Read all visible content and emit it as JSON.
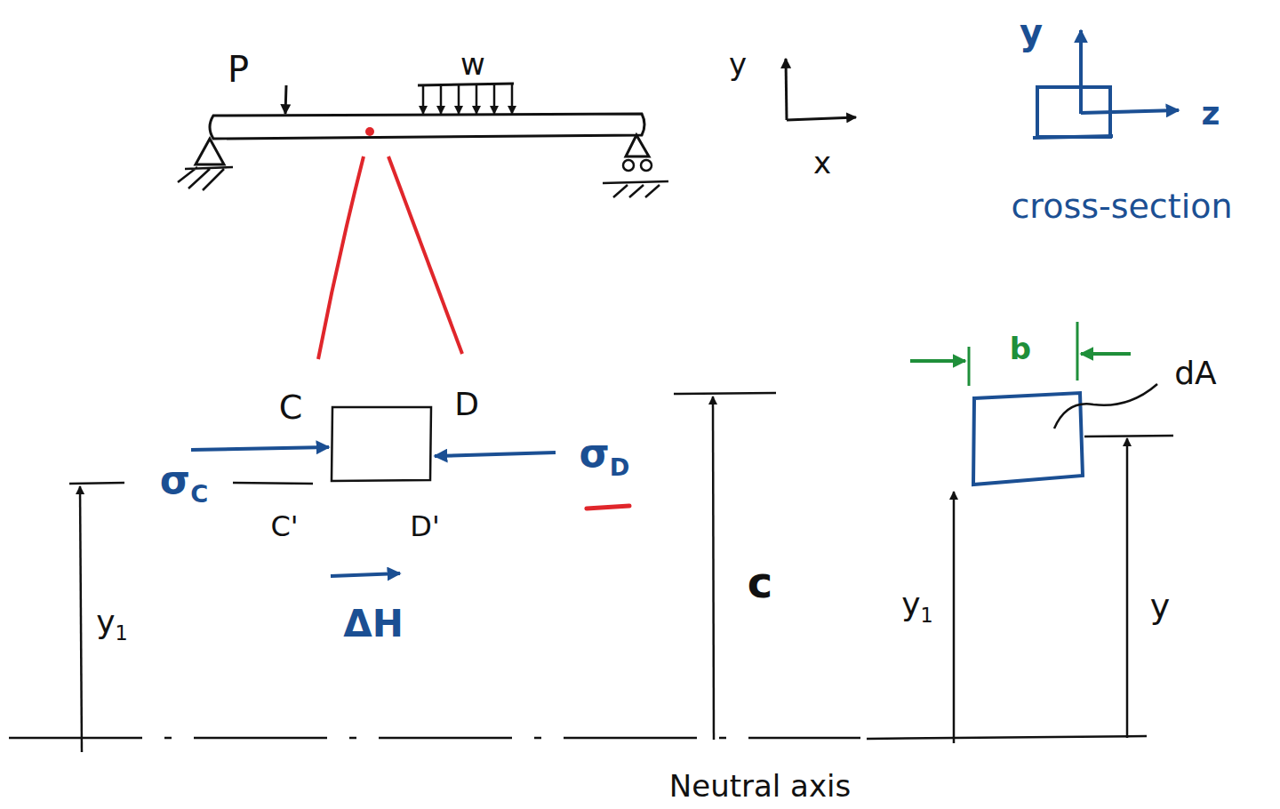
{
  "diagram": {
    "labels": [
      "P",
      "w",
      "y",
      "x",
      "y",
      "z",
      "cross-section",
      "C",
      "D",
      "σC",
      "C'",
      "D'",
      "σD",
      "ΔH",
      "y1",
      "c",
      "b",
      "dA",
      "y1",
      "y",
      "Neutral axis"
    ]
  }
}
